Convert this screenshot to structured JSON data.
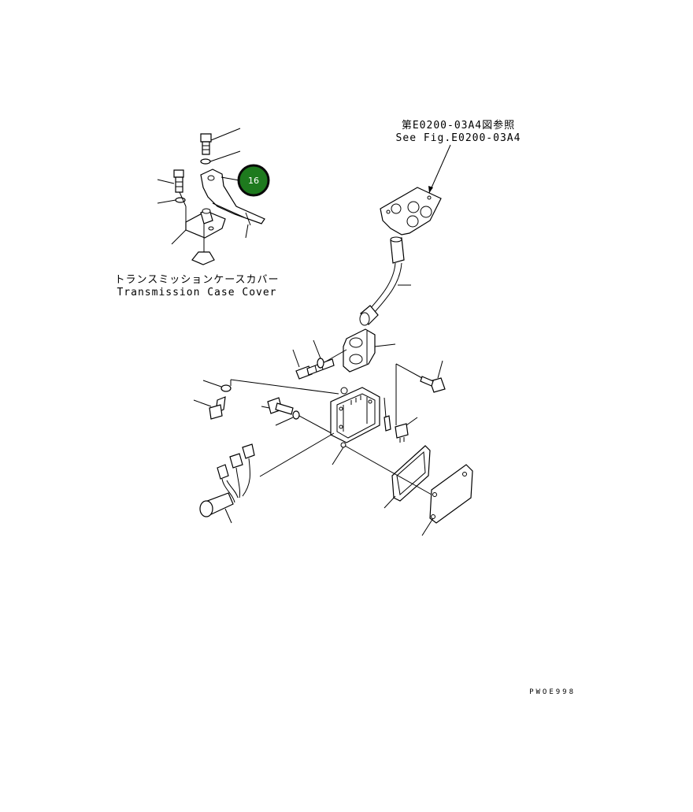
{
  "labels": {
    "see_fig_jp": "第E0200-03A4図参照",
    "see_fig_en": "See Fig.E0200-03A4",
    "case_cover_jp": "トランスミッションケースカバー",
    "case_cover_en": "Transmission Case Cover",
    "drawing_code": "PWOE998"
  },
  "callout": {
    "number": "16",
    "fill_color": "#1e7a1e",
    "border_color": "#0a0a0a"
  }
}
